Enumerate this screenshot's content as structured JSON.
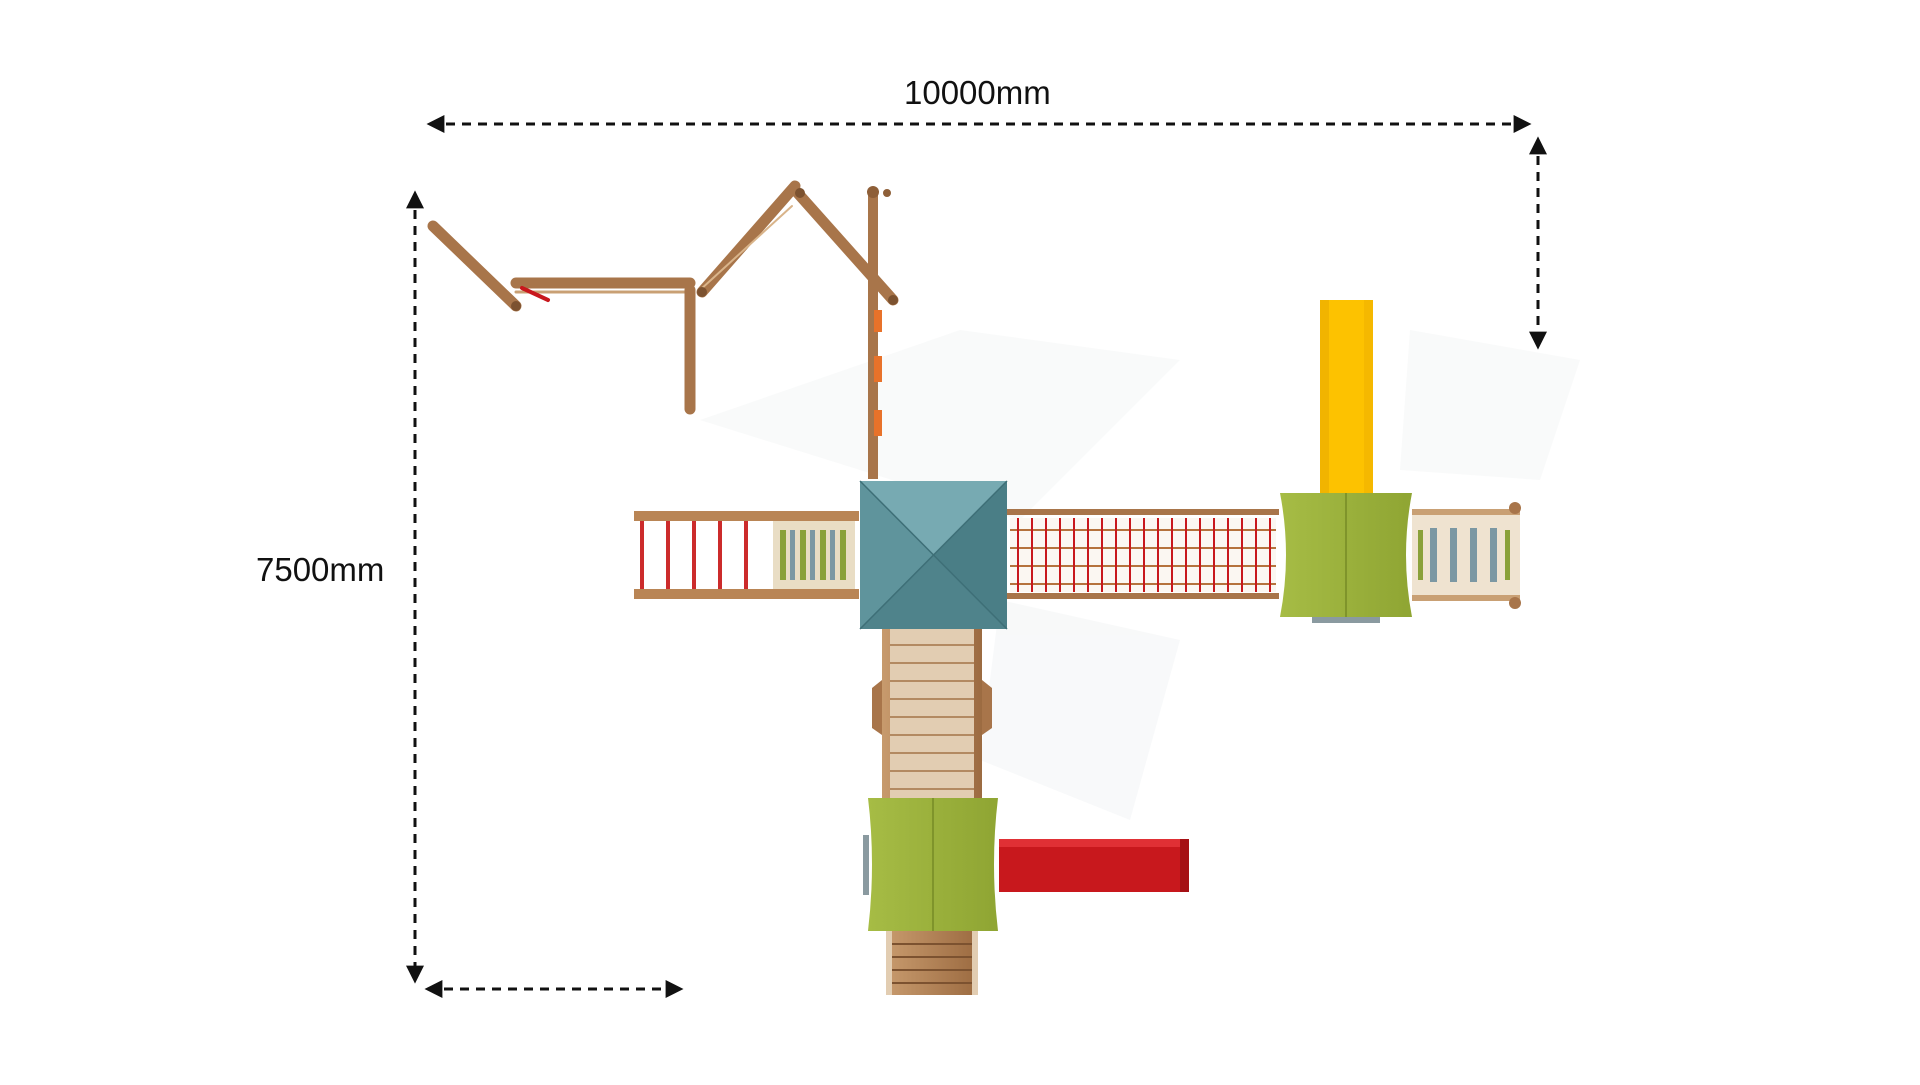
{
  "dimensions": {
    "width_label": "10000mm",
    "height_label": "7500mm"
  },
  "colors": {
    "wood": "#b07d52",
    "wood_dark": "#8e5f38",
    "tower_roof_blue": "#5f949c",
    "tower_roof_green": "#98ad3c",
    "slide_yellow": "#fdc200",
    "slide_red": "#c8181d",
    "ladder_red": "#cc2b2b",
    "accent_orange": "#e8722a",
    "arrow": "#111111"
  },
  "components": [
    "swing-frame",
    "climbing-pole",
    "ladder-bridge",
    "blue-roof-tower",
    "rope-net-bridge",
    "green-roof-tower-right",
    "right-end-bridge",
    "yellow-slide",
    "ramp-bridge",
    "green-roof-tower-bottom",
    "red-slide",
    "entry-steps"
  ]
}
